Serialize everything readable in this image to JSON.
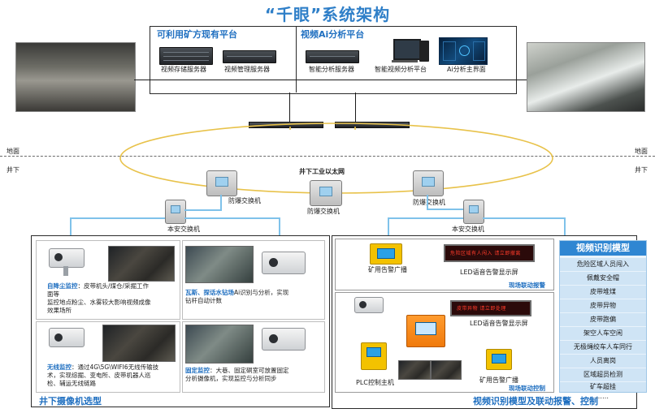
{
  "title": "“千眼”系统架构",
  "panels": {
    "existing": {
      "title": "可利用矿方现有平台",
      "items": [
        "视频存储服务器",
        "视频管理服务器"
      ]
    },
    "ai": {
      "title": "视频Ai分析平台",
      "items": [
        "智能分析服务器",
        "智能视频分析平台",
        "Ai分析主界面"
      ]
    }
  },
  "ground": {
    "above": "地面",
    "below": "井下",
    "above_r": "地面",
    "below_r": "井下"
  },
  "network": {
    "ring_label": "井下工业以太网",
    "switch_label": "防爆交换机",
    "switch_label_r": "防爆交换机",
    "switch_label_c": "防爆交换机"
  },
  "local_switch": {
    "left": "本安交换机",
    "right": "本安交换机"
  },
  "camera_section": {
    "title": "井下摄像机选型",
    "c1": {
      "label": "自降尘监控",
      "text1": "：皮带机头/煤仓/采掘工作",
      "text2": "面等",
      "text3": "监控地点粉尘、水雾较大影响视频成像",
      "text4": "效果场所"
    },
    "c2": {
      "label": "瓦斯、探话水钻场",
      "text1": "Ai识别与分析，实现",
      "text2": "钻杆自动计数"
    },
    "c3": {
      "label": "无线监控",
      "text1": "：通过4G\\5G\\WIFI6无线传输技",
      "text2": "术，实现综掘、变电所、皮带机器人巡",
      "text3": "检、辅运无线链路"
    },
    "c4": {
      "label": "固定监控",
      "text1": "：大巷、固定硐室可放置固定",
      "text2": "分析摄像机，实现监控与分析同步"
    }
  },
  "right_section": {
    "title": "视频识别模型及联动报警、控制",
    "alarm1": "矿用告警广播",
    "led1": "LED语音告警显示屏",
    "led1_text": "危险区域有人闯入 请立即撤离",
    "led2": "LED语音告警显示屏",
    "led2_text": "皮带异物 请立即处理",
    "tag1": "现场联动报警",
    "tag2": "现场联动控制",
    "plc": "PLC控制主机",
    "alarm2": "矿用告警广播"
  },
  "model": {
    "title": "视频识别模型",
    "items": [
      "危险区域人员闯入",
      "佩戴安全帽",
      "皮带堆煤",
      "皮带异物",
      "皮带跑偏",
      "架空人车空闲",
      "无极绳绞车人车同行",
      "人员离岗",
      "区域超员检测",
      "矿车超挂",
      "……"
    ]
  },
  "colors": {
    "accent": "#2f7fc8",
    "model_header": "#2f86d2",
    "model_item": "#cfe4f5",
    "ring": "#e8c24a",
    "link": "#7fc2ea"
  }
}
